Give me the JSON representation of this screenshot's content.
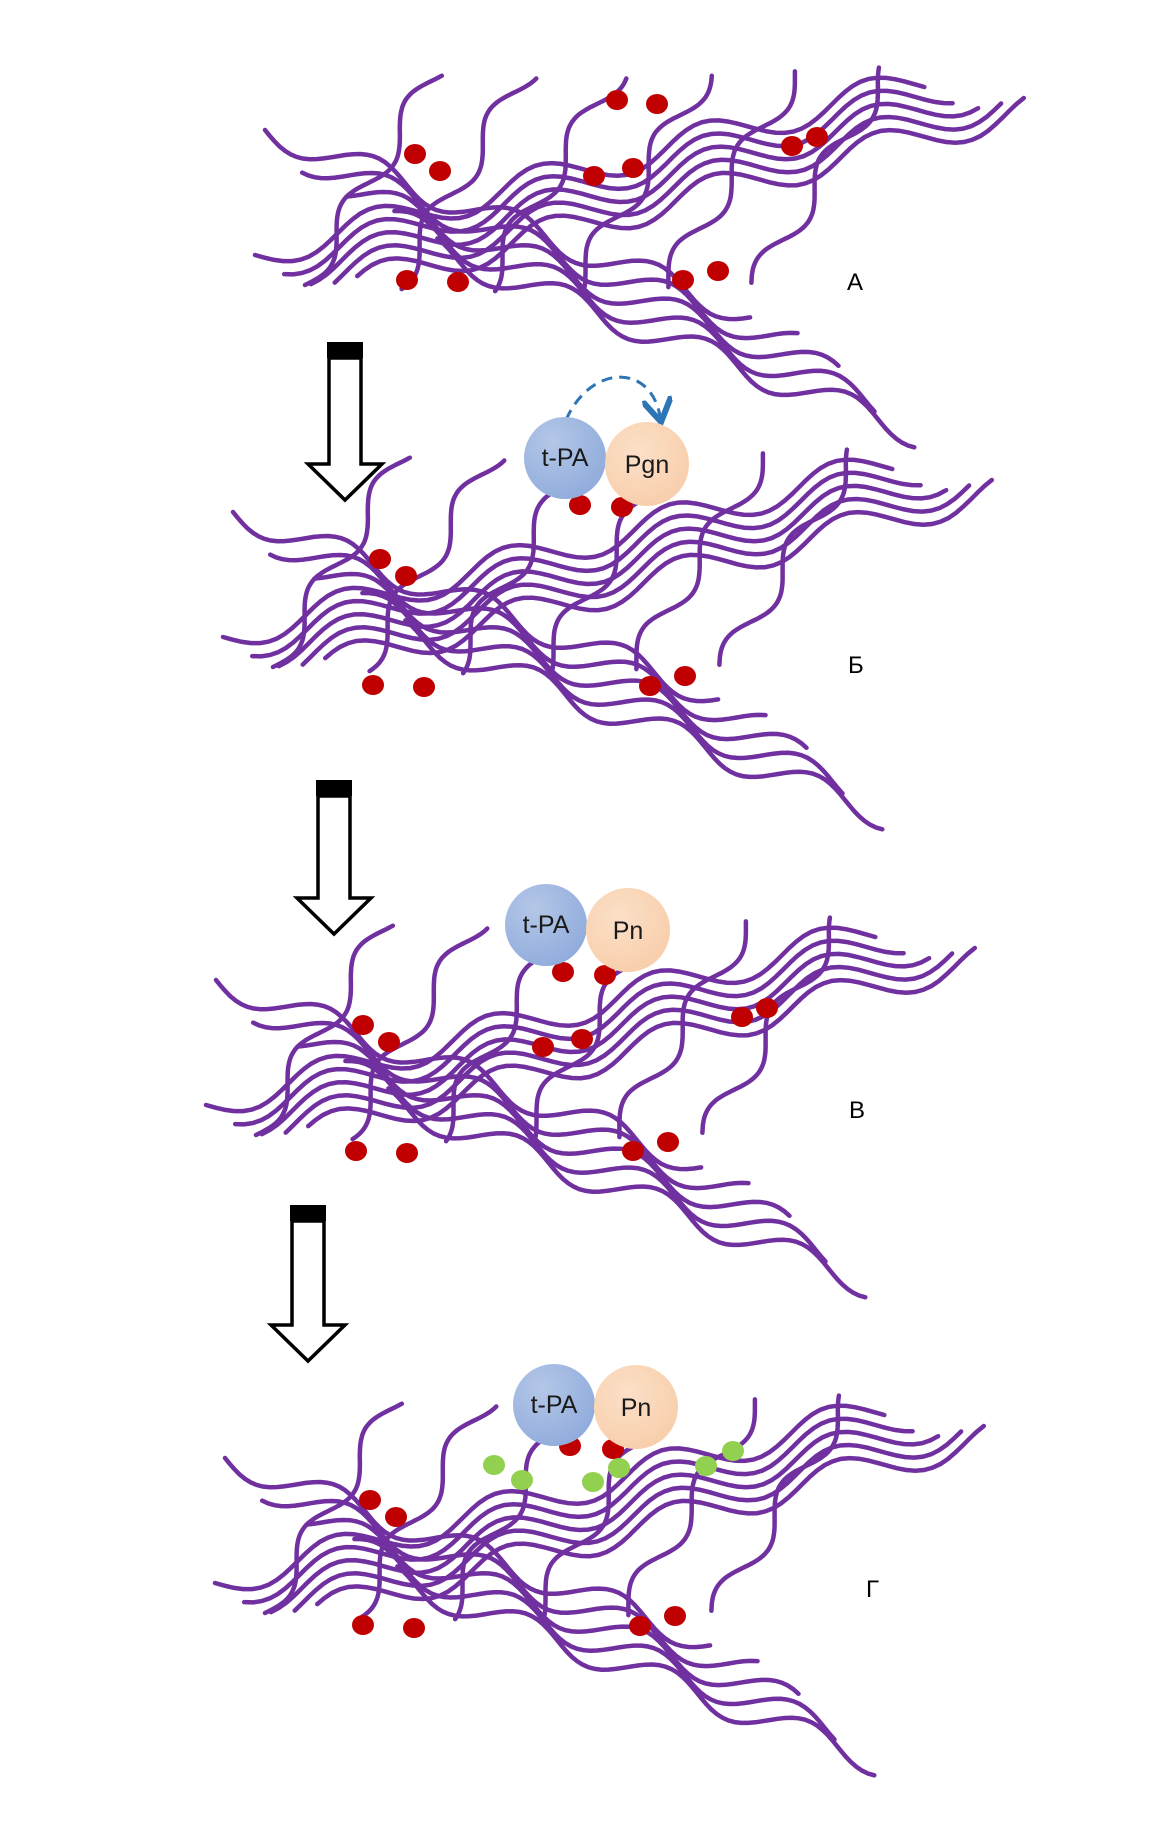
{
  "stages": [
    {
      "label": "А",
      "molecules": [],
      "cleaved_sites": false
    },
    {
      "label": "Б",
      "molecules": [
        "t-PA",
        "Pgn"
      ],
      "activation_arrow": true,
      "cleaved_sites": false
    },
    {
      "label": "В",
      "molecules": [
        "t-PA",
        "Pn"
      ],
      "cleaved_sites": false
    },
    {
      "label": "Г",
      "molecules": [
        "t-PA",
        "Pn"
      ],
      "cleaved_sites": true
    }
  ],
  "colors": {
    "fibrin_strand": "#7030a0",
    "binding_site": "#c00000",
    "cleaved_fragment": "#92d050",
    "tpa_fill": "#8eaadb",
    "pgn_fill": "#f8cba6",
    "activation_arrow": "#2e75b6"
  },
  "icons": [
    "down-arrow-icon",
    "dashed-curved-arrow-icon"
  ]
}
